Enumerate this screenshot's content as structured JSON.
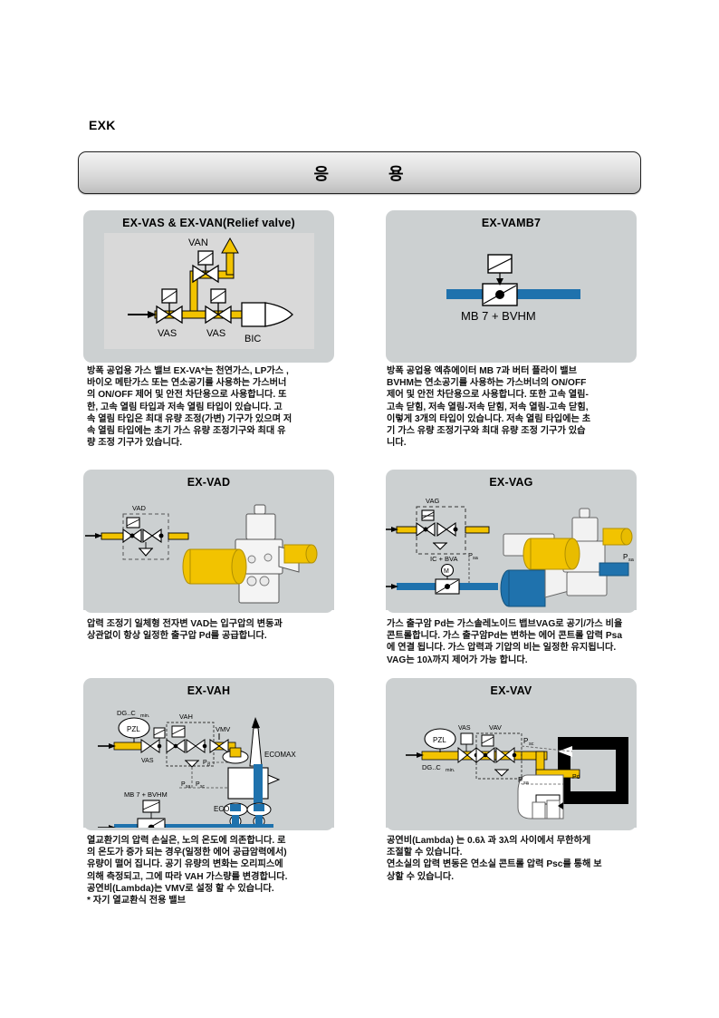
{
  "document": {
    "code": "EXK",
    "banner_word_1": "응",
    "banner_word_2": "용"
  },
  "panels": [
    {
      "id": "ex-vas-van",
      "title": "EX-VAS & EX-VAN(Relief valve)",
      "diagram_labels": [
        "VAN",
        "VAS",
        "VAS",
        "BIC"
      ],
      "caption": "방폭 공업용 가스 밸브 EX-VA*는 천연가스, LP가스 ,\n바이오 메탄가스 또는 연소공기를 사용하는 가스버너\n의 ON/OFF 제어 및 안전 차단용으로 사용합니다. 또\n한, 고속 열림 타입과 저속 열림 타입이 있습니다.  고\n속 열림 타입은 최대 유량 조정(가변) 기구가 있으며 저\n속 열림 타입에는 초기 가스 유량 조정기구와 최대 유\n량 조정 기구가 있습니다."
    },
    {
      "id": "ex-vamb7",
      "title": "EX-VAMB7",
      "diagram_labels": [
        "MB 7 + BVHM"
      ],
      "caption": "방폭 공업용 엑츄에이터 MB 7과 버터 플라이 밸브\nBVHM는 연소공기를 사용하는 가스버너의 ON/OFF\n제어 및 안전 차단용으로 사용합니다. 또한 고속 열림-\n고속  닫힘, 저속 열림-저속 닫힘, 저속 열림-고속 닫힘,\n이렇게 3개의 타입이 있습니다. 저속 열림 타입에는 초\n기 가스 유량 조정기구와 최대 유량 조정 기구가 있습\n니다."
    },
    {
      "id": "ex-vad",
      "title": "EX-VAD",
      "diagram_labels": [
        "VAD"
      ],
      "caption": "압력 조정기 일체형 전자변 VAD는 입구압의 변동과\n상관없이 항상 일정한 출구압 Pd를 공급합니다."
    },
    {
      "id": "ex-vag",
      "title": "EX-VAG",
      "diagram_labels": [
        "VAG",
        "IC + BVA",
        "Psa"
      ],
      "caption": "가스 출구암 Pd는 가스솔레노이드 뱁브VAG로 공기/가스 비율\n콘트롤합니다. 가스 출구암Pd는 변하는 에어 콘트롤 압력 Psa\n에 연결 됩니다. 가스 압력과 기압의 비는 일정한 유지됩니다.\nVAG는 10λ까지 제어가 가능 합니다."
    },
    {
      "id": "ex-vah",
      "title": "EX-VAH",
      "diagram_labels": [
        "DG..C",
        "min.",
        "PZL",
        "VAH",
        "VMV",
        "VAS",
        "ECOMAX",
        "ECO",
        "MB 7 + BVHM",
        "Pd",
        "Psa",
        "Psc"
      ],
      "caption": " 열교환기의 압력 손실은, 노의 온도에 의존합니다. 로\n의 온도가 증가 되는 경우(일정한 에어 공급암력에서)\n유량이 떨어 집니다. 공기 유량의 변화는 오리피스에\n의해 측정되고, 그에 따라 VAH 가스량를 변경합니다.\n공연비(Lambda)는 VMV로 설정 할 수 있습니다.\n* 자기 열교환식 전용 밸브"
    },
    {
      "id": "ex-vav",
      "title": "EX-VAV",
      "diagram_labels": [
        "PZL",
        "DG..C",
        "min.",
        "VAS",
        "VAV",
        "Psc",
        "Psa"
      ],
      "caption": "공연비(Lambda) 는 0.6λ 과 3λ의 사이에서 무한하게\n조절할 수 있습니다.\n연소실의 압력 변동은 연소실 콘트롤 압력 Psc를 통해 보\n상할 수 있습니다."
    }
  ],
  "colors": {
    "panel_background": "#ccd0d1",
    "figure_background": "#d9d9d9",
    "gas_pipe": "#f2c300",
    "air_pipe": "#1f72ad",
    "outline": "#000000",
    "banner_top": "#f3f3f3",
    "banner_bottom": "#bdbdbd"
  }
}
